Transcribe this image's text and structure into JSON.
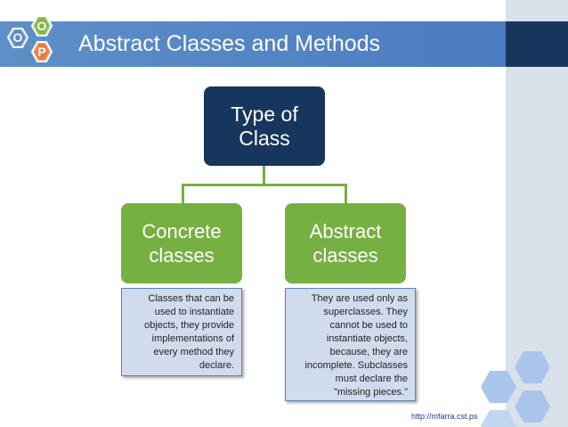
{
  "logo": {
    "letters": [
      "O",
      "O",
      "P"
    ]
  },
  "title": "Abstract Classes and Methods",
  "diagram": {
    "root": {
      "line1": "Type of",
      "line2": "Class"
    },
    "concrete": {
      "line1": "Concrete",
      "line2": "classes",
      "description": [
        "Classes that can be",
        "used to instantiate",
        "objects, they provide",
        "implementations of",
        "every method they",
        "declare."
      ]
    },
    "abstract": {
      "line1": "Abstract",
      "line2": "classes",
      "description": [
        "They are used only as",
        "superclasses. They",
        "cannot be used to",
        "instantiate objects,",
        "because, they are",
        "incomplete. Subclasses",
        "must declare the",
        "\"missing pieces.\""
      ]
    }
  },
  "footer": {
    "url": "http://mfarra.cst.ps"
  },
  "colors": {
    "title_bar": "#4a7cbf",
    "dark_navy": "#17365d",
    "green": "#76b043",
    "orange": "#e87d3e",
    "light_blue_box": "#d0dcee"
  }
}
